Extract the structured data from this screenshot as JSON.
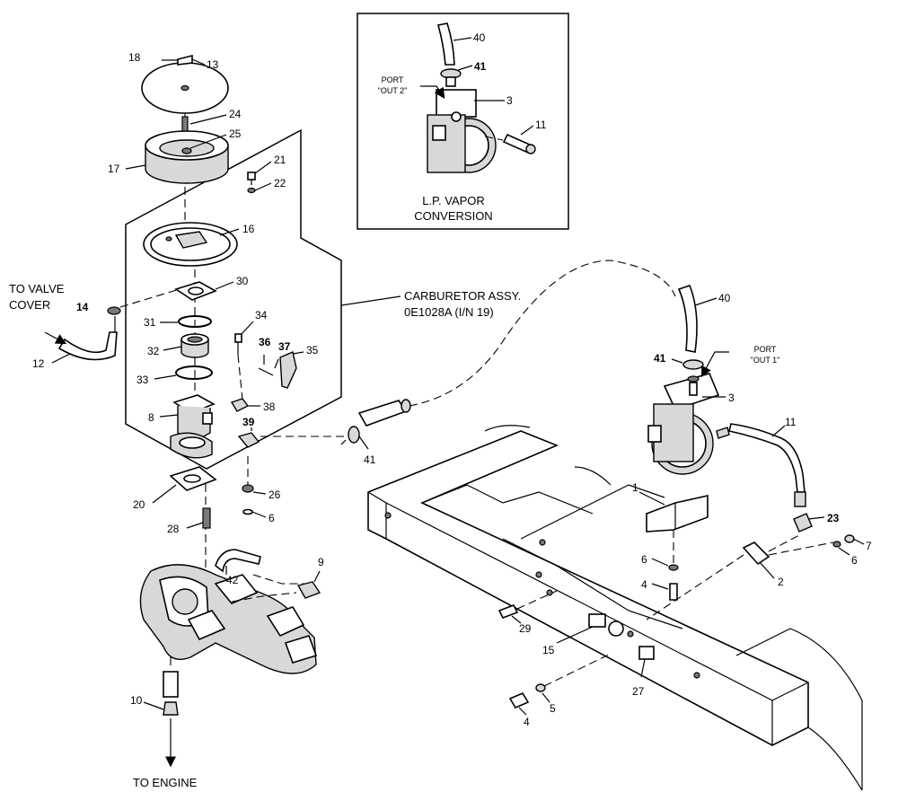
{
  "callouts": {
    "c1": "1",
    "c2": "2",
    "c3a": "3",
    "c3b": "3",
    "c4a": "4",
    "c4b": "4",
    "c5": "5",
    "c6a": "6",
    "c6b": "6",
    "c6c": "6",
    "c7": "7",
    "c8": "8",
    "c9": "9",
    "c10": "10",
    "c11a": "11",
    "c11b": "11",
    "c12": "12",
    "c13": "13",
    "c14": "14",
    "c15": "15",
    "c16": "16",
    "c17": "17",
    "c18": "18",
    "c20": "20",
    "c21": "21",
    "c22": "22",
    "c23": "23",
    "c24": "24",
    "c25": "25",
    "c26": "26",
    "c27": "27",
    "c28": "28",
    "c29": "29",
    "c30": "30",
    "c31": "31",
    "c32": "32",
    "c33": "33",
    "c34": "34",
    "c35": "35",
    "c36": "36",
    "c37": "37",
    "c38": "38",
    "c39": "39",
    "c40a": "40",
    "c40b": "40",
    "c41a": "41",
    "c41b": "41",
    "c41c": "41",
    "c42": "42"
  },
  "labels": {
    "to_valve_cover_1": "TO VALVE",
    "to_valve_cover_2": "COVER",
    "to_engine": "TO ENGINE",
    "carb_assy_1": "CARBURETOR ASSY.",
    "carb_assy_2": "0E1028A (I/N 19)",
    "lp_vapor_1": "L.P. VAPOR",
    "lp_vapor_2": "CONVERSION",
    "port_out2_1": "PORT",
    "port_out2_2": "\"OUT 2\"",
    "port_out1_1": "PORT",
    "port_out1_2": "\"OUT 1\""
  }
}
